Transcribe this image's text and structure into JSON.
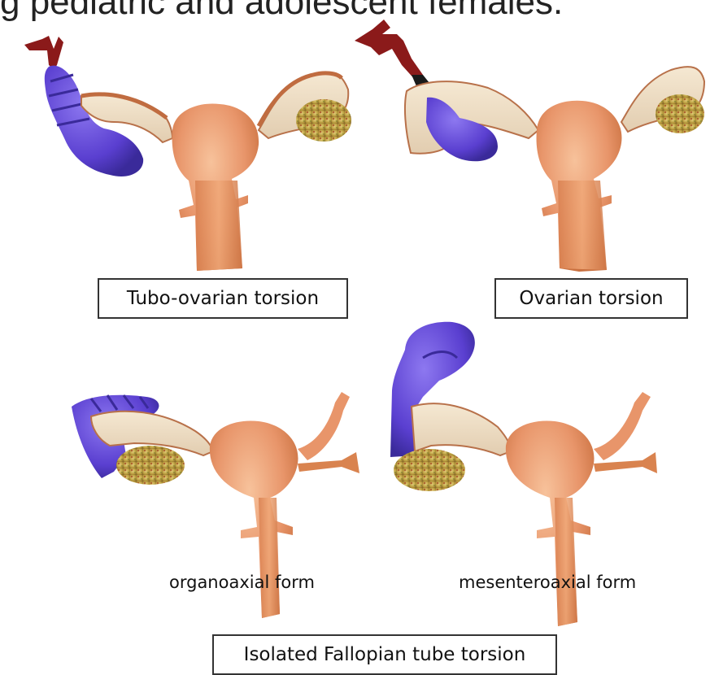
{
  "header": {
    "text": "g pediatric and adolescent females."
  },
  "panels": {
    "tubo_ovarian": {
      "label": "Tubo-ovarian torsion"
    },
    "ovarian": {
      "label": "Ovarian torsion"
    },
    "organoaxial": {
      "label": "organoaxial form"
    },
    "mesenteroaxial": {
      "label": "mesenteroaxial form"
    },
    "isolated_tube": {
      "label": "Isolated Fallopian tube torsion"
    }
  },
  "colors": {
    "uterus": "#e8956a",
    "uterus_shadow": "#c9703f",
    "tube": "#efe0c8",
    "tube_edge": "#b8714a",
    "ovary": "#c9a84a",
    "torsion_purple": "#6a4fd8",
    "vessel": "#8b1a1a"
  }
}
